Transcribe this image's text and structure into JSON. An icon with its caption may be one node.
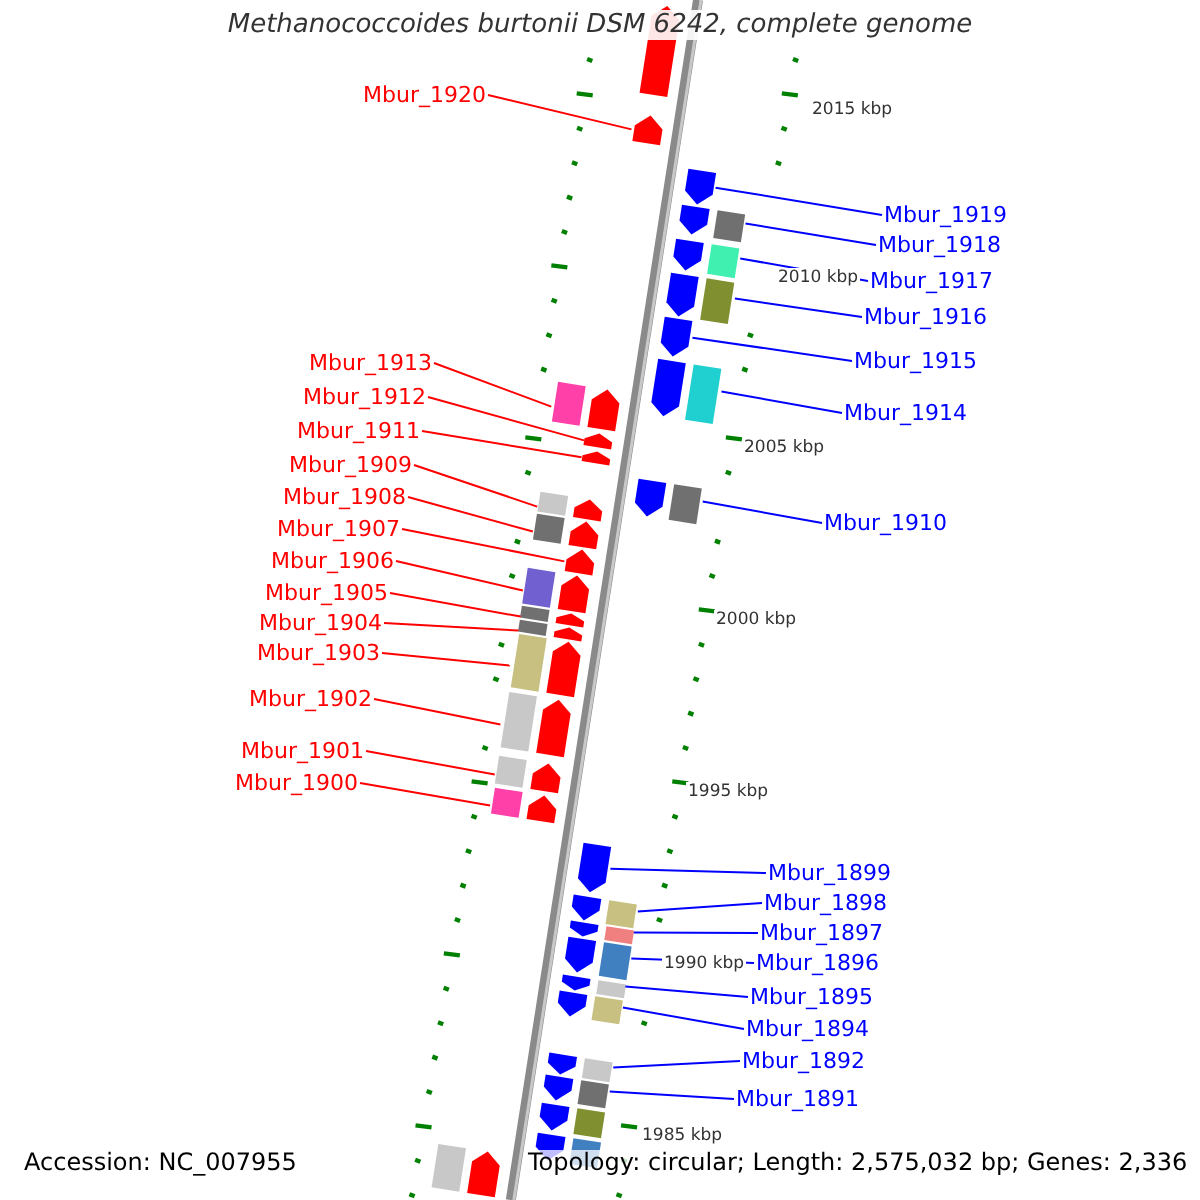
{
  "diagram": {
    "title": "Methanococcoides burtonii DSM 6242, complete genome",
    "nodes": [
      {
        "text": [
          "Mbur_1920"
        ]
      },
      {
        "text": [
          "Mbur_1919"
        ]
      },
      {
        "text": [
          "Mbur_1918"
        ]
      },
      {
        "text": [
          "Mbur_1917"
        ]
      },
      {
        "text": [
          "Mbur_1916"
        ]
      },
      {
        "text": [
          "Mbur_1913"
        ]
      },
      {
        "text": [
          "Mbur_1915"
        ]
      },
      {
        "text": [
          "Mbur_1912"
        ]
      },
      {
        "text": [
          "Mbur_1914"
        ]
      },
      {
        "text": [
          "Mbur_1911"
        ]
      },
      {
        "text": [
          "Mbur_1909"
        ]
      },
      {
        "text": [
          "Mbur_1908"
        ]
      },
      {
        "text": [
          "Mbur_1910"
        ]
      },
      {
        "text": [
          "Mbur_1907"
        ]
      },
      {
        "text": [
          "Mbur_1906"
        ]
      },
      {
        "text": [
          "Mbur_1905"
        ]
      },
      {
        "text": [
          "Mbur_1904"
        ]
      },
      {
        "text": [
          "Mbur_1903"
        ]
      },
      {
        "text": [
          "Mbur_1902"
        ]
      },
      {
        "text": [
          "Mbur_1901"
        ]
      },
      {
        "text": [
          "Mbur_1900"
        ]
      },
      {
        "text": [
          "Mbur_1899"
        ]
      },
      {
        "text": [
          "Mbur_1898"
        ]
      },
      {
        "text": [
          "Mbur_1897"
        ]
      },
      {
        "text": [
          "Mbur_1896"
        ]
      },
      {
        "text": [
          "Mbur_1895"
        ]
      },
      {
        "text": [
          "Mbur_1894"
        ]
      },
      {
        "text": [
          "Mbur_1892"
        ]
      },
      {
        "text": [
          "Mbur_1891"
        ]
      },
      {
        "text": [],
        "shape": "arrow"
      },
      {
        "text": [],
        "shape": "arrow"
      },
      {
        "text": [],
        "shape": "arrow"
      },
      {
        "text": [],
        "shape": "arrow"
      },
      {
        "text": [],
        "shape": "arrow"
      },
      {
        "text": [],
        "shape": "arrow"
      },
      {
        "text": [],
        "shape": "arrow"
      },
      {
        "text": [],
        "shape": "arrow"
      },
      {
        "text": [],
        "shape": "arrow"
      },
      {
        "text": [],
        "shape": "arrow"
      },
      {
        "text": [],
        "shape": "arrow"
      },
      {
        "text": [],
        "shape": "arrow"
      },
      {
        "text": [],
        "shape": "arrow"
      },
      {
        "text": [],
        "shape": "arrow"
      },
      {
        "text": [],
        "shape": "arrow"
      },
      {
        "text": [],
        "shape": "arrow"
      },
      {
        "text": [],
        "shape": "arrow"
      },
      {
        "text": [],
        "shape": "arrow"
      },
      {
        "text": [],
        "shape": "arrow"
      },
      {
        "text": [],
        "shape": "arrow"
      },
      {
        "text": [],
        "shape": "arrow"
      },
      {
        "text": [],
        "shape": "arrow"
      },
      {
        "text": [],
        "shape": "arrow"
      },
      {
        "text": [],
        "shape": "arrow"
      },
      {
        "text": [],
        "shape": "arrow"
      },
      {
        "text": [],
        "shape": "arrow"
      },
      {
        "text": [],
        "shape": "arrow"
      },
      {
        "text": [],
        "shape": "arrow"
      },
      {
        "text": [],
        "shape": "arrow"
      },
      {
        "text": [],
        "shape": "arrow"
      },
      {
        "text": [],
        "shape": "arrow"
      },
      {
        "text": [],
        "shape": "arrow"
      },
      {
        "text": [],
        "shape": "arrow"
      }
    ],
    "edges": [
      {
        "from": 0,
        "to": 29,
        "arrow": "none",
        "color": "#ff0000"
      },
      {
        "from": 1,
        "to": 30,
        "arrow": "none",
        "color": "#0000ff"
      },
      {
        "from": 2,
        "to": 31,
        "arrow": "none",
        "color": "#0000ff"
      },
      {
        "from": 3,
        "to": 32,
        "arrow": "none",
        "color": "#0000ff"
      },
      {
        "from": 4,
        "to": 33,
        "arrow": "none",
        "color": "#0000ff"
      },
      {
        "from": 5,
        "to": 34,
        "arrow": "none",
        "color": "#ff0000"
      },
      {
        "from": 6,
        "to": 35,
        "arrow": "none",
        "color": "#0000ff"
      },
      {
        "from": 7,
        "to": 36,
        "arrow": "none",
        "color": "#ff0000"
      },
      {
        "from": 8,
        "to": 37,
        "arrow": "none",
        "color": "#0000ff"
      },
      {
        "from": 9,
        "to": 38,
        "arrow": "none",
        "color": "#ff0000"
      },
      {
        "from": 10,
        "to": 39,
        "arrow": "none",
        "color": "#ff0000"
      },
      {
        "from": 11,
        "to": 40,
        "arrow": "none",
        "color": "#ff0000"
      },
      {
        "from": 12,
        "to": 41,
        "arrow": "none",
        "color": "#0000ff"
      },
      {
        "from": 13,
        "to": 42,
        "arrow": "none",
        "color": "#ff0000"
      },
      {
        "from": 14,
        "to": 43,
        "arrow": "none",
        "color": "#ff0000"
      },
      {
        "from": 15,
        "to": 44,
        "arrow": "none",
        "color": "#ff0000"
      },
      {
        "from": 16,
        "to": 45,
        "arrow": "none",
        "color": "#ff0000"
      },
      {
        "from": 17,
        "to": 46,
        "arrow": "none",
        "color": "#ff0000"
      },
      {
        "from": 18,
        "to": 47,
        "arrow": "none",
        "color": "#ff0000"
      },
      {
        "from": 19,
        "to": 48,
        "arrow": "none",
        "color": "#ff0000"
      },
      {
        "from": 20,
        "to": 49,
        "arrow": "none",
        "color": "#ff0000"
      },
      {
        "from": 21,
        "to": 50,
        "arrow": "none",
        "color": "#0000ff"
      },
      {
        "from": 22,
        "to": 51,
        "arrow": "none",
        "color": "#0000ff"
      },
      {
        "from": 23,
        "to": 52,
        "arrow": "none",
        "color": "#0000ff"
      },
      {
        "from": 24,
        "to": 53,
        "arrow": "none",
        "color": "#0000ff"
      },
      {
        "from": 25,
        "to": 54,
        "arrow": "none",
        "color": "#0000ff"
      },
      {
        "from": 26,
        "to": 55,
        "arrow": "none",
        "color": "#0000ff"
      },
      {
        "from": 27,
        "to": 56,
        "arrow": "none",
        "color": "#0000ff"
      },
      {
        "from": 28,
        "to": 57,
        "arrow": "none",
        "color": "#0000ff"
      }
    ],
    "labels": [
      "2015 kbp",
      "2010 kbp",
      "2005 kbp",
      "2000 kbp",
      "1995 kbp",
      "1990 kbp",
      "1985 kbp",
      "Accession: NC_007955",
      "Topology: circular; Length: 2,575,032 bp; Genes: 2,336"
    ]
  }
}
